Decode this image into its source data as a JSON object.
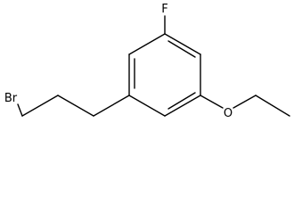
{
  "molecule": {
    "atoms": {
      "F": "F",
      "Br": "Br",
      "O": "O"
    }
  }
}
